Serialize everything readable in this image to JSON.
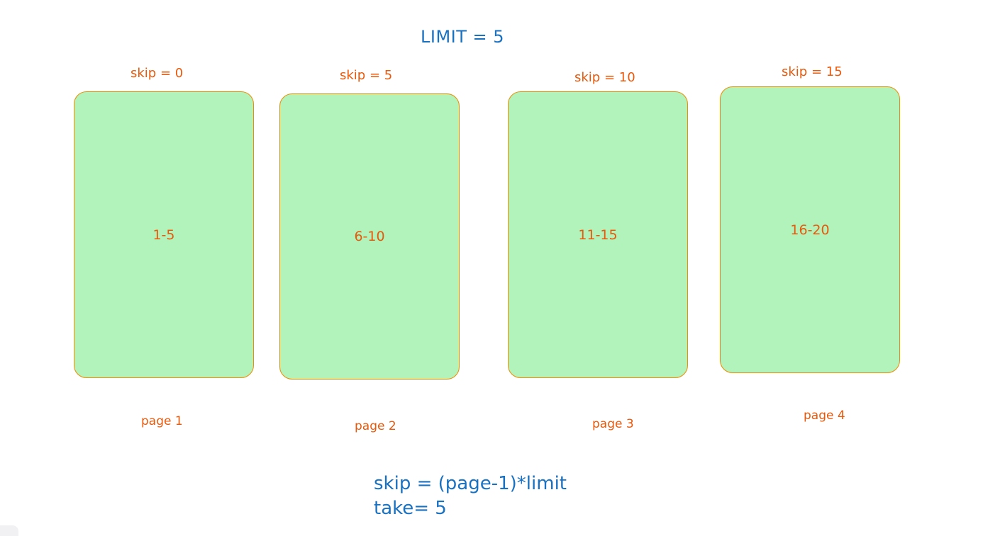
{
  "title": "LIMIT = 5",
  "pages": [
    {
      "skip_label": "skip = 0",
      "range": "1-5",
      "page_label": "page 1"
    },
    {
      "skip_label": "skip = 5",
      "range": "6-10",
      "page_label": "page 2"
    },
    {
      "skip_label": "skip = 10",
      "range": "11-15",
      "page_label": "page 3"
    },
    {
      "skip_label": "skip = 15",
      "range": "16-20",
      "page_label": "page 4"
    }
  ],
  "formula": {
    "line1": "skip = (page-1)*limit",
    "line2": "take= 5"
  },
  "colors": {
    "blue_text": "#1971c2",
    "orange_text": "#e8590c",
    "box_fill": "#b2f2bb",
    "box_stroke": "#f08c00"
  }
}
